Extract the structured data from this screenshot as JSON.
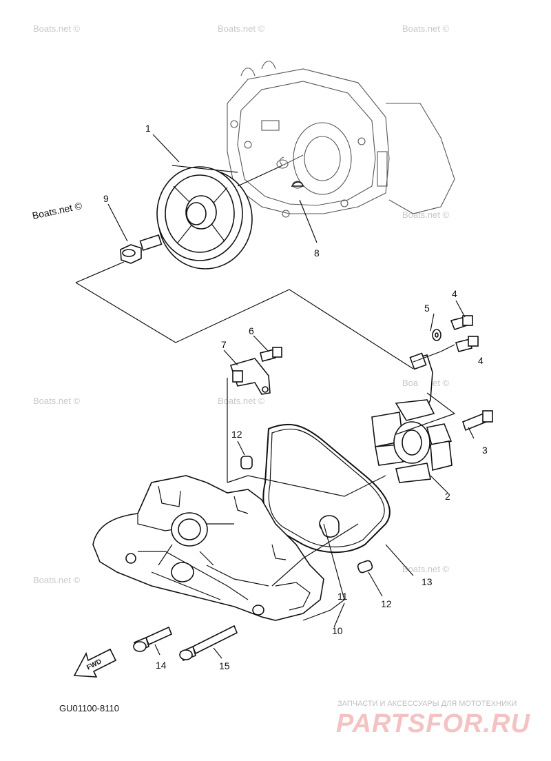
{
  "diagram_code": "GU01100-8110",
  "fwd_label": "FWD",
  "watermark": "Boats.net ©",
  "shop_tagline": "ЗАПЧАСТИ И АКСЕССУАРЫ ДЛЯ МОТОТЕХНИКИ",
  "shop_logo": "PARTSFOR.RU",
  "callouts": [
    "1",
    "2",
    "3",
    "4",
    "4",
    "5",
    "6",
    "7",
    "8",
    "9",
    "10",
    "11",
    "12",
    "12",
    "13",
    "14",
    "15"
  ]
}
